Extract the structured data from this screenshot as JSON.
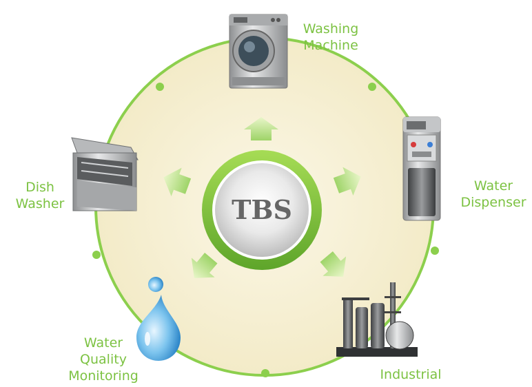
{
  "center": {
    "title": "TBS"
  },
  "nodes": {
    "washing_machine": {
      "line1": "Washing",
      "line2": "Machine"
    },
    "water_dispenser": {
      "line1": "Water",
      "line2": "Dispenser"
    },
    "industrial": {
      "line1": "Industrial"
    },
    "water_quality": {
      "line1": "Water",
      "line2": "Quality",
      "line3": "Monitoring"
    },
    "dish_washer": {
      "line1": "Dish",
      "line2": "Washer"
    }
  },
  "colors": {
    "accent_green": "#7cc242",
    "ring_green": "#8ccf4d",
    "disc_fill": "#f8f2d6",
    "center_text": "#666666"
  }
}
